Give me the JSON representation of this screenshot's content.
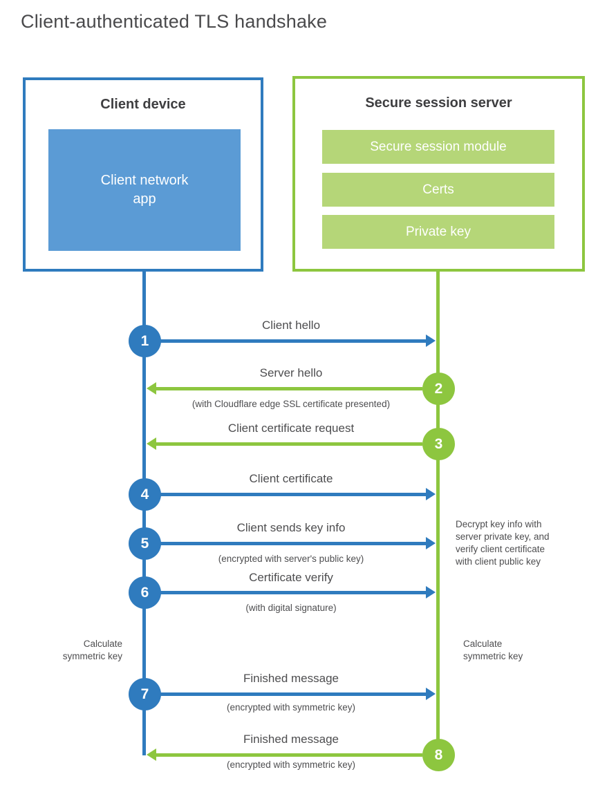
{
  "title": "Client-authenticated TLS handshake",
  "colors": {
    "blue_accent": "#2F7BBE",
    "blue_fill": "#5B9BD5",
    "green_accent": "#8DC63F",
    "green_fill": "#B5D678",
    "text": "#4D4D4F"
  },
  "client_box": {
    "title": "Client device",
    "inner_label": "Client network\napp"
  },
  "server_box": {
    "title": "Secure session server",
    "modules": [
      "Secure session module",
      "Certs",
      "Private key"
    ]
  },
  "steps": [
    {
      "number": "1",
      "label": "Client hello",
      "direction": "right",
      "color": "blue"
    },
    {
      "number": "2",
      "label": "Server hello",
      "sublabel": "(with Cloudflare edge SSL certificate presented)",
      "direction": "left",
      "color": "green"
    },
    {
      "number": "3",
      "label": "Client certificate request",
      "direction": "left",
      "color": "green"
    },
    {
      "number": "4",
      "label": "Client certificate",
      "direction": "right",
      "color": "blue"
    },
    {
      "number": "5",
      "label": "Client sends key info",
      "sublabel": "(encrypted with server's public key)",
      "direction": "right",
      "color": "blue"
    },
    {
      "number": "6",
      "label": "Certificate verify",
      "sublabel": "(with digital signature)",
      "direction": "right",
      "color": "blue"
    },
    {
      "number": "7",
      "label": "Finished message",
      "sublabel": "(encrypted with symmetric key)",
      "direction": "right",
      "color": "blue"
    },
    {
      "number": "8",
      "label": "Finished message",
      "sublabel": "(encrypted with symmetric key)",
      "direction": "left",
      "color": "green"
    }
  ],
  "notes": {
    "calculate_left": "Calculate\nsymmetric key",
    "calculate_right": "Calculate\nsymmetric key",
    "decrypt": "Decrypt key info with\nserver private key, and\nverify client certificate\nwith client public key"
  }
}
